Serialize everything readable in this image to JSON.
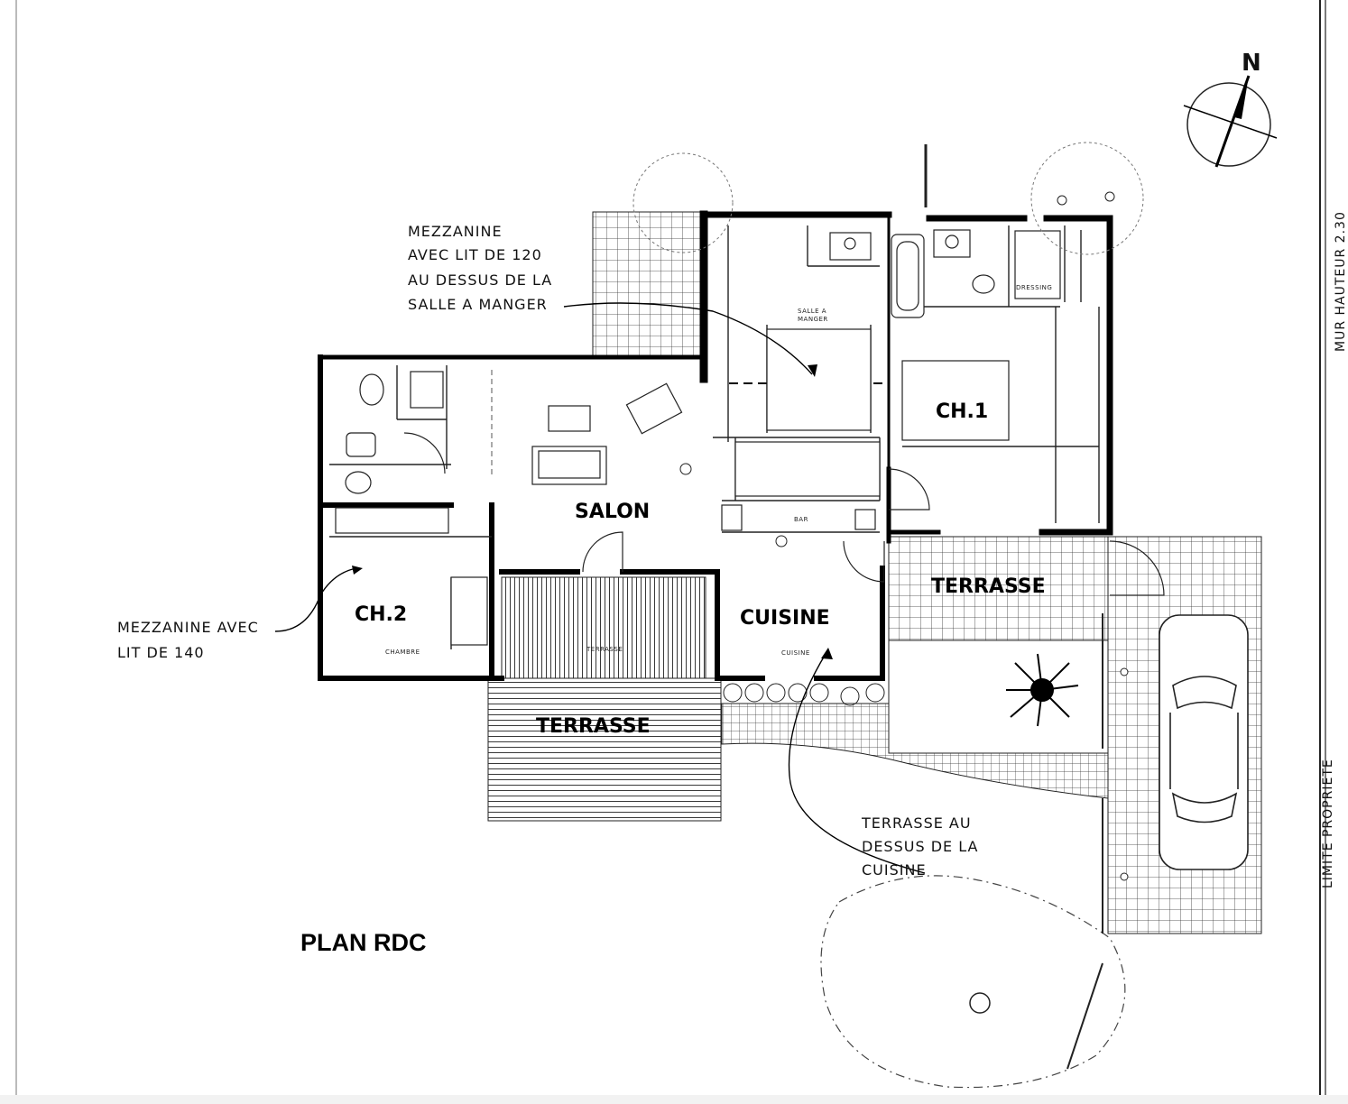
{
  "title": "PLAN RDC",
  "compass": {
    "letter": "N"
  },
  "rooms": {
    "salon": "SALON",
    "cuisine": "CUISINE",
    "ch1": "CH.1",
    "ch2": "CH.2",
    "terrasse_east": "TERRASSE",
    "terrasse_south": "TERRASSE"
  },
  "small_labels": {
    "salle_a_manger_1": "SALLE A",
    "salle_a_manger_2": "MANGER",
    "dressing": "DRESSING",
    "bar": "BAR",
    "chambre": "CHAMBRE",
    "cuisine": "CUISINE",
    "terrasse": "TERRASSE"
  },
  "annotations": {
    "mezzanine_top": [
      "MEZZANINE",
      "AVEC LIT DE 120",
      "AU DESSUS DE LA",
      "SALLE A MANGER"
    ],
    "mezzanine_left": [
      "MEZZANINE AVEC",
      "LIT DE 140"
    ],
    "terrasse_cuisine": [
      "TERRASSE AU",
      "DESSUS DE LA",
      "CUISINE"
    ]
  },
  "margin_labels": {
    "mur_hauteur": "MUR HAUTEUR 2.30",
    "limite": "LIMITE PROPRIETE"
  }
}
